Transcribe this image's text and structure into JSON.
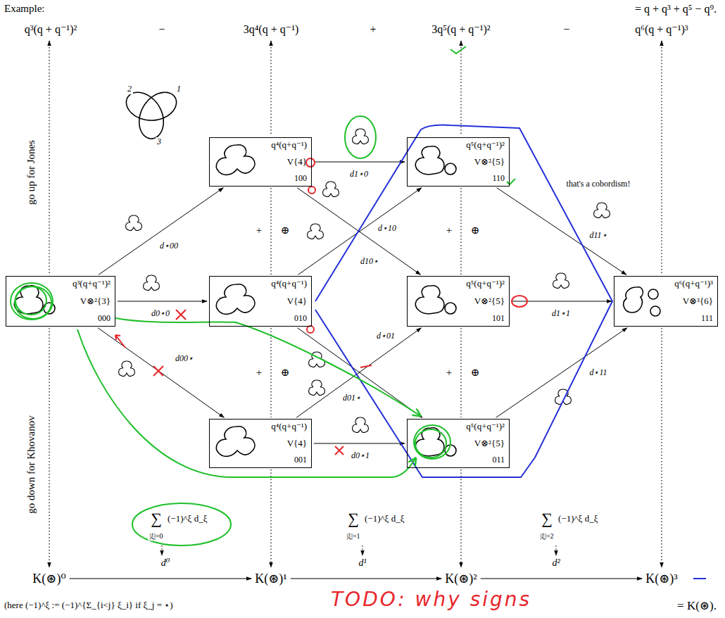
{
  "diagram": {
    "nodes": [
      {
        "text": [
          "q⁴(q+q⁻¹)",
          "V{4}",
          "100"
        ]
      },
      {
        "text": [
          "q⁵(q+q⁻¹)²",
          "V⊗²{5}",
          "110"
        ]
      },
      {
        "text": [
          "q³(q+q⁻¹)²",
          "V⊗²{3}",
          "000"
        ]
      },
      {
        "text": [
          "q⁴(q+q⁻¹)",
          "V{4}",
          "010"
        ]
      },
      {
        "text": [
          "q⁵(q+q⁻¹)²",
          "V⊗²{5}",
          "101"
        ]
      },
      {
        "text": [
          "q⁶(q+q⁻¹)³",
          "V⊗³{6}",
          "111"
        ]
      },
      {
        "text": [
          "q⁴(q+q⁻¹)",
          "V{4}",
          "001"
        ]
      },
      {
        "text": [
          "q⁵(q+q⁻¹)²",
          "V⊗²{5}",
          "011"
        ]
      },
      {
        "text": [
          "K(⊛)⁰"
        ]
      },
      {
        "text": [
          "K(⊛)¹"
        ]
      },
      {
        "text": [
          "K(⊛)²"
        ]
      },
      {
        "text": [
          "K(⊛)³"
        ]
      }
    ],
    "edges": [
      {
        "from": 2,
        "to": 0,
        "label": "d⋆00",
        "arrow": "to"
      },
      {
        "from": 2,
        "to": 3,
        "label": "d0⋆0",
        "arrow": "to"
      },
      {
        "from": 2,
        "to": 6,
        "label": "d00⋆",
        "arrow": "to"
      },
      {
        "from": 0,
        "to": 1,
        "label": "d1⋆0",
        "arrow": "to"
      },
      {
        "from": 0,
        "to": 4,
        "label": "d10⋆",
        "arrow": "to"
      },
      {
        "from": 3,
        "to": 1,
        "label": "d⋆10",
        "arrow": "to"
      },
      {
        "from": 3,
        "to": 7,
        "label": "d01⋆",
        "arrow": "to"
      },
      {
        "from": 6,
        "to": 4,
        "label": "d⋆01",
        "arrow": "to"
      },
      {
        "from": 6,
        "to": 7,
        "label": "d0⋆1",
        "arrow": "to"
      },
      {
        "from": 1,
        "to": 5,
        "label": "d11⋆",
        "arrow": "to"
      },
      {
        "from": 4,
        "to": 5,
        "label": "d1⋆1",
        "arrow": "to"
      },
      {
        "from": 7,
        "to": 5,
        "label": "d⋆11",
        "arrow": "to"
      },
      {
        "from": 8,
        "to": 9,
        "label": "d⁰",
        "arrow": "to"
      },
      {
        "from": 9,
        "to": 10,
        "label": "d¹",
        "arrow": "to"
      },
      {
        "from": 10,
        "to": 11,
        "label": "d²",
        "arrow": "to"
      }
    ],
    "labels": [
      "Example:",
      "= q + q³ + q⁵ − q⁹.",
      "q³(q + q⁻¹)²",
      "−",
      "3q⁴(q + q⁻¹)",
      "+",
      "3q⁵(q + q⁻¹)²",
      "−",
      "q⁶(q + q⁻¹)³",
      "2",
      "1",
      "3",
      "go up for Jones",
      "go down for Khovanov",
      "+",
      "⊕",
      "+",
      "⊕",
      "that's a cobordism!",
      "+",
      "⊕",
      "+",
      "⊕",
      "∑",
      "|ξ|=0",
      "(−1)^ξ d_ξ",
      "∑",
      "|ξ|=1",
      "(−1)^ξ d_ξ",
      "∑",
      "|ξ|=2",
      "(−1)^ξ d_ξ",
      "(here (−1)^ξ := (−1)^{Σ_{i<j} ξ_i} if ξ_j = ⋆)",
      "TODO: why signs",
      "= K(⊛)."
    ]
  }
}
